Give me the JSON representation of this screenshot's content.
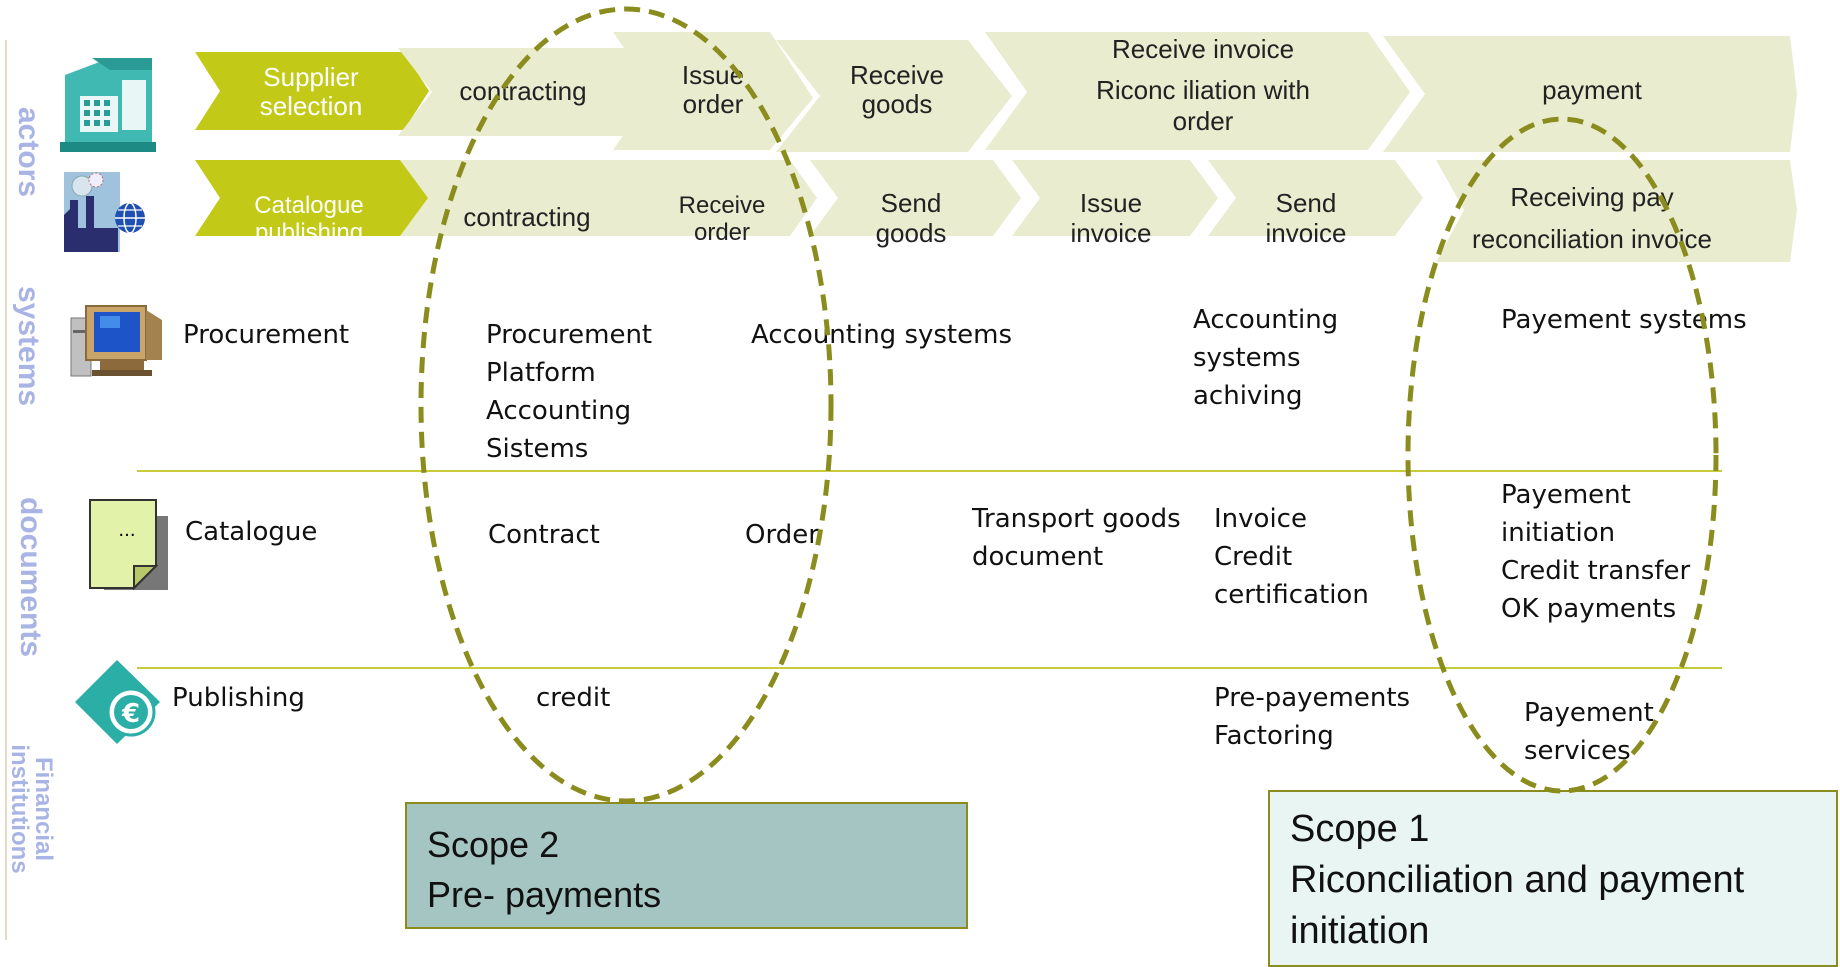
{
  "colors": {
    "chevron_fill": "#eaeccf",
    "chevron_lead": "#c3c917",
    "divider": "#c8cc3a",
    "ellipse": "#8a8c1e",
    "side_label": "#a8b4e4",
    "scope2_bg": "#a5c5c3",
    "scope1_bg": "#e8f5f2"
  },
  "side_labels": {
    "actors": "actors",
    "systems": "systems",
    "documents": "documents",
    "financial_1": "Financial",
    "financial_2": "institutions"
  },
  "icons": {
    "buyer": "office-building-icon",
    "supplier": "factory-globe-icon",
    "systems": "computer-icon",
    "documents": "document-icon",
    "financial": "euro-coin-icon"
  },
  "buyer_row": [
    {
      "lines": [
        "Supplier",
        "selection"
      ],
      "lead": true
    },
    {
      "lines": [
        "contracting"
      ]
    },
    {
      "lines": [
        "Issue",
        "order"
      ]
    },
    {
      "lines": [
        "Receive",
        "goods"
      ]
    },
    {
      "lines": [
        "Receive invoice",
        "Riconc iliation with",
        "order"
      ]
    },
    {
      "lines": [
        "payment"
      ]
    }
  ],
  "supplier_row": [
    {
      "lines": [
        "Catalogue",
        "publishing"
      ],
      "lead": true
    },
    {
      "lines": [
        "contracting"
      ]
    },
    {
      "lines": [
        "Receive",
        "order"
      ]
    },
    {
      "lines": [
        "Send",
        "goods"
      ]
    },
    {
      "lines": [
        "Issue",
        "invoice"
      ]
    },
    {
      "lines": [
        "Send",
        "invoice"
      ]
    },
    {
      "lines": [
        "Receiving pay",
        "reconciliation invoice"
      ]
    }
  ],
  "systems": {
    "c1": "Procurement",
    "c2": "Procurement\nPlatform\nAccounting\nSistems",
    "c3": "Accounting systems",
    "c4": "Accounting\nsystems\nachiving",
    "c5": "Payement systems"
  },
  "documents": {
    "c1": "Catalogue",
    "c2": "Contract",
    "c3": "Order",
    "c4": "Transport goods\ndocument",
    "c5": "Invoice\nCredit\ncertification",
    "c6": "Payement\ninitiation\nCredit transfer\nOK payments",
    "icon_text": "..."
  },
  "financial": {
    "c1": "Publishing",
    "c2": "credit",
    "c3": "Pre-payements\nFactoring",
    "c4": "Payement\nservices",
    "coin_symbol": "€"
  },
  "scope2": {
    "line1": "Scope 2",
    "line2": "Pre- payments"
  },
  "scope1": {
    "line1": "Scope 1",
    "line2": "Riconciliation and payment",
    "line3": "initiation"
  }
}
